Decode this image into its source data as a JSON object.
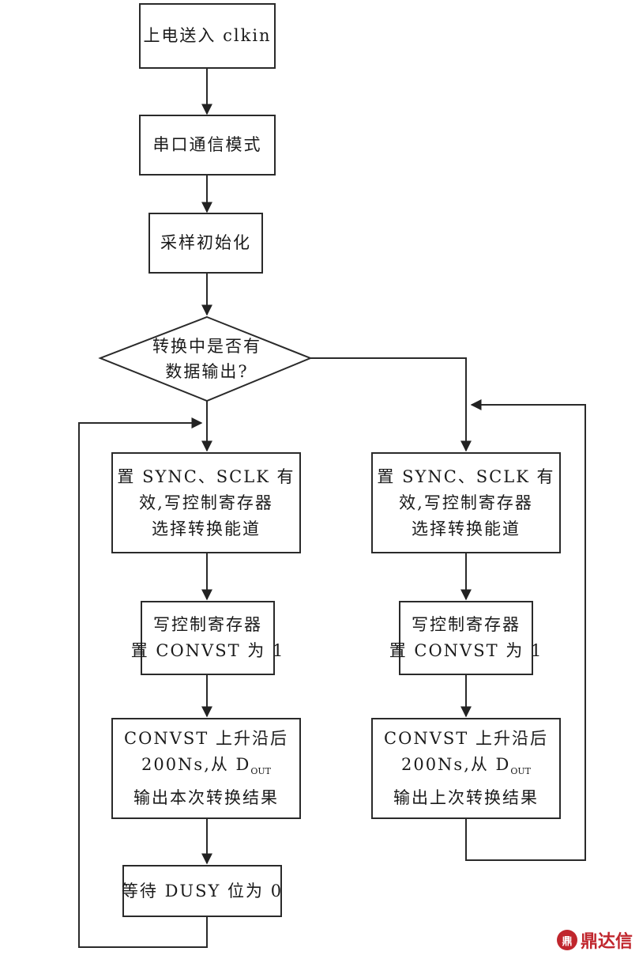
{
  "flowchart": {
    "start": "上电送入 clkin",
    "serial_mode": "串口通信模式",
    "sample_init": "采样初始化",
    "decision": [
      "转换中是否有",
      "数据输出?"
    ],
    "left": {
      "select_channel": [
        "置 SYNC、SCLK 有",
        "效,写控制寄存器",
        "选择转换能道"
      ],
      "convst": [
        "写控制寄存器",
        "置 CONVST 为 1"
      ],
      "output": [
        "CONVST 上升沿后",
        "200Ns,从 D",
        "输出本次转换结果"
      ],
      "output_sub": "OUT",
      "wait": "等待 DUSY 位为 0"
    },
    "right": {
      "select_channel": [
        "置 SYNC、SCLK 有",
        "效,写控制寄存器",
        "选择转换能道"
      ],
      "convst": [
        "写控制寄存器",
        "置 CONVST 为 1"
      ],
      "output": [
        "CONVST 上升沿后",
        "200Ns,从 D",
        "输出上次转换结果"
      ],
      "output_sub": "OUT"
    }
  },
  "watermark": {
    "logo": "鼎",
    "text": "鼎达信"
  }
}
